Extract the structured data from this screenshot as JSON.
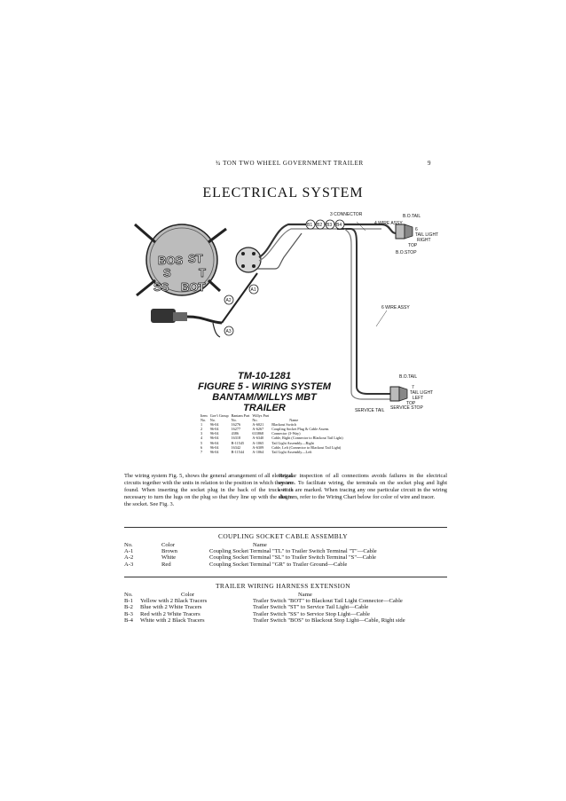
{
  "header": {
    "title": "¾ TON TWO WHEEL GOVERNMENT TRAILER",
    "page": "9"
  },
  "section_title": "ELECTRICAL SYSTEM",
  "diagram": {
    "labels": {
      "connector": "3 CONNECTOR",
      "wire_assy_top": "4 WIRE ASSY",
      "b_o_tail_top": "B.O.TAIL",
      "tail_light_right": "TAIL LIGHT",
      "right": "RIGHT",
      "num6": "6",
      "top_right": "TOP",
      "b_o_stop_top": "B.O.STOP",
      "wire_assy_mid": "6 WIRE ASSY",
      "b_o_tail_bottom": "B.O.TAIL",
      "num7": "7",
      "tail_light_left": "TAIL LIGHT",
      "left": "LEFT",
      "top_left": "TOP",
      "service_tail": "SERVICE TAIL",
      "service_stop": "SERVICE STOP",
      "bos": "BOS",
      "st": "ST",
      "s": "S",
      "t": "T",
      "ss": "SS",
      "bot": "BOT",
      "a1": "A1",
      "a2": "A2",
      "a3": "A3",
      "b1": "B1",
      "b2": "B2",
      "b3": "B3",
      "b4": "B4"
    }
  },
  "figure": {
    "line1": "TM-10-1281",
    "line2": "FIGURE 5 - WIRING SYSTEM",
    "line3": "BANTAM/WILLYS MBT",
    "line4": "TRAILER"
  },
  "parts_table": {
    "head1": [
      "Item",
      "Gov't Group",
      "Bantam Part",
      "Willys Part",
      ""
    ],
    "head2": [
      "No.",
      "No.",
      "No.",
      "No.",
      "Name"
    ],
    "rows": [
      [
        "1",
        "96-04",
        "16276",
        "A-6021",
        "Blackout Switch"
      ],
      [
        "2",
        "96-04",
        "16277",
        "A-6267",
        "Coupling Socket Plug & Cable Assem."
      ],
      [
        "3",
        "96-04",
        "4386",
        "633868",
        "Connector (3-Way)"
      ],
      [
        "4",
        "96-04",
        "16318",
        "A-6340",
        "Cable, Right (Connector to Blackout Tail Light)"
      ],
      [
        "5",
        "96-04",
        "B-11545",
        "A-1065",
        "Tail Light Assembly—Right"
      ],
      [
        "6",
        "96-04",
        "16342",
        "A-6309",
        "Cable, Left (Connector to Blackout Tail Light)"
      ],
      [
        "7",
        "96-04",
        "B-11544",
        "A-1064",
        "Tail Light Assembly—Left"
      ]
    ]
  },
  "body": {
    "left": "The wiring system Fig. 5, shows the general arrangement of all electrical circuits together with the units in relation to the position in which they are found. When inserting the socket plug in the back of the truck it is necessary to turn the lugs on the plug so that they line up with the slot in the socket. See Fig. 3.",
    "right": "Regular inspection of all connections avoids failures in the electrical system. To facilitate wiring, the terminals on the socket plug and light switch are marked. When tracing any one particular circuit in the wiring diagram, refer to the Wiring Chart below for color of wire and tracer."
  },
  "coupling": {
    "title": "COUPLING SOCKET CABLE ASSEMBLY",
    "headers": [
      "No.",
      "Color",
      "Name"
    ],
    "rows": [
      [
        "A-1",
        "Brown",
        "Coupling Socket Terminal \"TL\" to Trailer Switch Terminal \"T\"—Cable"
      ],
      [
        "A-2",
        "White",
        "Coupling Socket Terminal \"SL\" to Trailer Switch Terminal \"S\"—Cable"
      ],
      [
        "A-3",
        "Red",
        "Coupling Socket Terminal \"GR\" to Trailer Ground—Cable"
      ]
    ]
  },
  "harness": {
    "title": "TRAILER WIRING HARNESS EXTENSION",
    "headers": [
      "No.",
      "Color",
      "Name"
    ],
    "rows": [
      [
        "B-1",
        "Yellow with 2 Black Tracers",
        "Trailer Switch \"BOT\" to Blackout Tail Light Connector—Cable"
      ],
      [
        "B-2",
        "Blue with 2 White Tracers",
        "Trailer Switch \"ST\" to Service Tail Light—Cable"
      ],
      [
        "B-3",
        "Red with 2 White Tracers",
        "Trailer Switch \"SS\" to Service Stop Light—Cable"
      ],
      [
        "B-4",
        "White with 2 Black Tracers",
        "Trailer Switch \"BOS\" to Blackout Stop Light—Cable, Right side"
      ]
    ]
  }
}
